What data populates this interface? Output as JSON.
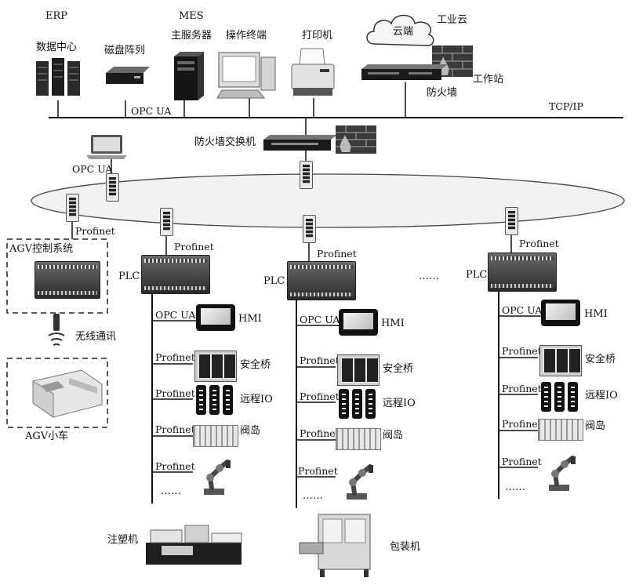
{
  "top": {
    "erp": "ERP",
    "mes": "MES",
    "data_center": "数据中心",
    "disk_array": "磁盘阵列",
    "main_server": "主服务器",
    "operator_terminal": "操作终端",
    "printer": "打印机",
    "industrial_cloud": "工业云",
    "cloud": "云端",
    "workstation": "工作站",
    "firewall": "防火墙",
    "opc_ua": "OPC UA",
    "tcp_ip": "TCP/IP"
  },
  "core": {
    "firewall_switch": "防火墙交换机",
    "laptop_opc_ua": "OPC UA"
  },
  "agv": {
    "profinet": "Profinet",
    "control_system": "AGV控制系统",
    "wireless": "无线通讯",
    "cart": "AGV小车"
  },
  "lines": [
    {
      "profinet": "Profinet",
      "plc": "PLC",
      "hmi_link": "OPC UA",
      "hmi": "HMI",
      "items": [
        {
          "link": "Profinet",
          "label": "安全桥"
        },
        {
          "link": "Profinet",
          "label": "远程IO"
        },
        {
          "link": "Profinet",
          "label": "阀岛"
        },
        {
          "link": "Profinet",
          "label": ""
        }
      ],
      "more": "……",
      "machine": "注塑机"
    },
    {
      "profinet": "Profinet",
      "plc": "PLC",
      "hmi_link": "OPC UA",
      "hmi": "HMI",
      "items": [
        {
          "link": "Profinet",
          "label": "安全桥"
        },
        {
          "link": "Profinet",
          "label": "远程IO"
        },
        {
          "link": "Profinet",
          "label": "阀岛"
        },
        {
          "link": "Profinet",
          "label": ""
        }
      ],
      "more": "……",
      "machine": "包装机"
    },
    {
      "profinet": "Profinet",
      "plc": "PLC",
      "hmi_link": "OPC UA",
      "hmi": "HMI",
      "items": [
        {
          "link": "Profinet",
          "label": "安全桥"
        },
        {
          "link": "Profinet",
          "label": "远程IO"
        },
        {
          "link": "Profinet",
          "label": "阀岛"
        },
        {
          "link": "Profinet",
          "label": ""
        }
      ],
      "more": "……"
    }
  ],
  "between_plcs": "……"
}
